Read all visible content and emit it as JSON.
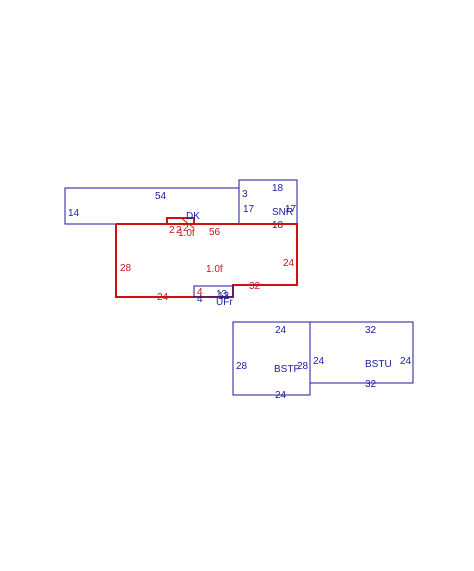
{
  "colors": {
    "outline": "#1b1b9e",
    "main": "#d01010",
    "main_text": "#c4161c"
  },
  "rooms": {
    "top_left": {
      "top_dim": "54",
      "left_dim": "14"
    },
    "snr": {
      "label": "SNR",
      "top_dim": "18",
      "left_dim": "17",
      "right_dim": "17",
      "bottom_dim": "18",
      "step_dim": "3"
    },
    "dk": {
      "label": "DK"
    },
    "main": {
      "top_label": "1.0f",
      "top_dim": "56",
      "left_dim": "28",
      "center_label": "1.0f",
      "right_dim": "24",
      "step_dim": "32",
      "bottom_dim": "24",
      "stair_a": "2",
      "stair_b": "2",
      "stair_c": "2"
    },
    "ufr": {
      "label": "UFr",
      "left_top": "4",
      "left_bottom": "4",
      "right_dim": "13",
      "right_dim_b": "13"
    },
    "bstf": {
      "label": "BSTF",
      "top_dim": "24",
      "left_dim": "28",
      "right_dim": "28",
      "bottom_dim": "24"
    },
    "bstu": {
      "label": "BSTU",
      "top_dim": "32",
      "left_dim": "24",
      "right_dim": "24",
      "bottom_dim": "32"
    }
  }
}
